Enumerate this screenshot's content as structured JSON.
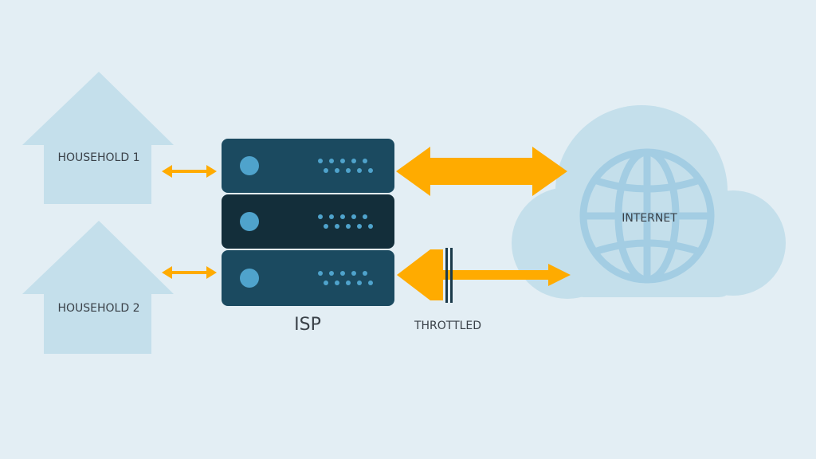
{
  "households": [
    {
      "label": "HOUSEHOLD 1"
    },
    {
      "label": "HOUSEHOLD 2"
    }
  ],
  "isp": {
    "label": "ISP"
  },
  "internet": {
    "label": "INTERNET"
  },
  "throttle": {
    "label": "THROTTLED"
  },
  "colors": {
    "background": "#e3eef4",
    "house": "#c4dfeb",
    "cloud": "#c4dfeb",
    "globe": "#a3cde3",
    "server": "#1b4a60",
    "server_dark": "#132e3a",
    "server_light": "#4fa3cc",
    "arrow": "#ffab00",
    "throttle_bar": "#1b3a4a"
  }
}
